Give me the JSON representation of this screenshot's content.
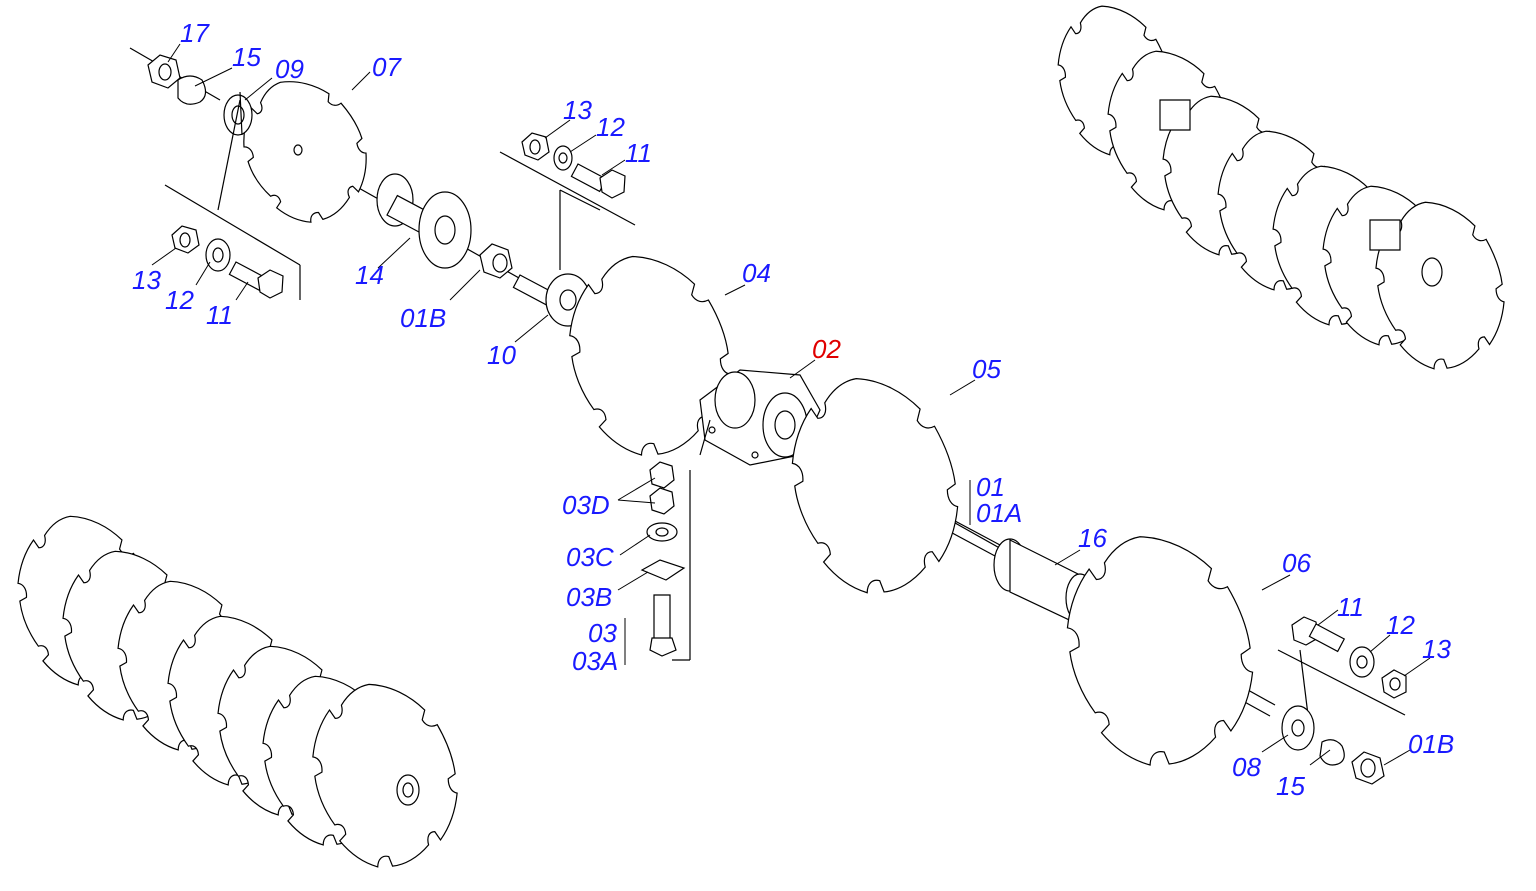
{
  "diagram": {
    "labels": {
      "l17": "17",
      "l15a": "15",
      "l09": "09",
      "l07": "07",
      "l13a": "13",
      "l12a": "12",
      "l11a": "11",
      "l14": "14",
      "l01Ba": "01B",
      "l10": "10",
      "l13b": "13",
      "l12b": "12",
      "l11b": "11",
      "l04": "04",
      "l02": "02",
      "l05": "05",
      "l03D": "03D",
      "l03C": "03C",
      "l03B": "03B",
      "l03": "03",
      "l03A": "03A",
      "l01": "01",
      "l01A": "01A",
      "l16": "16",
      "l06": "06",
      "l11c": "11",
      "l12c": "12",
      "l13c": "13",
      "l08": "08",
      "l15b": "15",
      "l01Bb": "01B"
    },
    "colors": {
      "label": "#1a1aff",
      "highlight": "#e00000",
      "line": "#000000"
    }
  }
}
